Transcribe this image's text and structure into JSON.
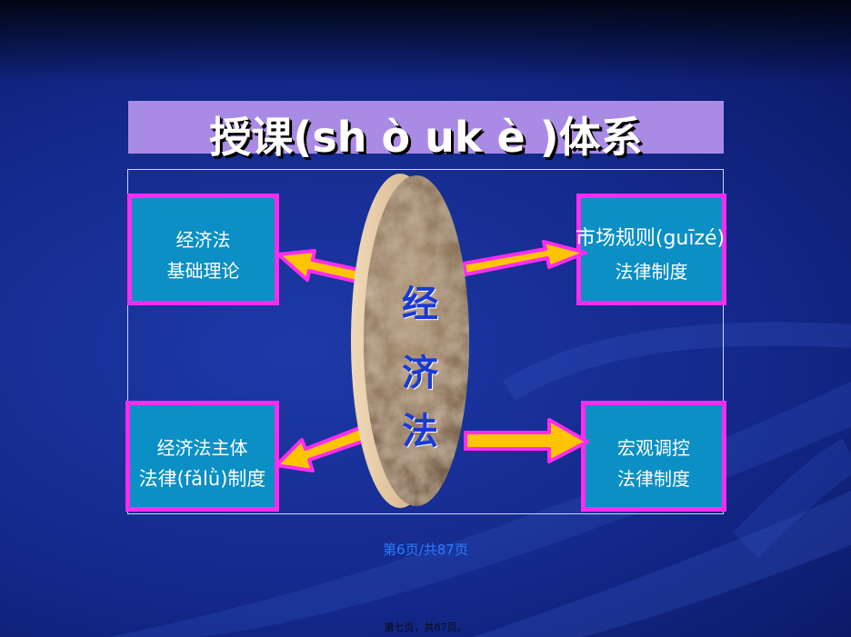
{
  "slide": {
    "title": "授课(sh ò uk è )体系",
    "center_chars": [
      "经",
      "济",
      "法"
    ],
    "boxes": {
      "top_left": {
        "line1": "经济法",
        "line2": "基础理论"
      },
      "top_right": {
        "line1": "市场规则(guīzé)",
        "line2": "法律制度"
      },
      "bottom_left": {
        "line1": "经济法主体",
        "line2": "法律(fǎlǜ)制度"
      },
      "bottom_right": {
        "line1": "宏观调控",
        "line2": "法律制度"
      }
    },
    "page_indicator": "第6页/共87页",
    "footer_note": "第七页，共87页。"
  },
  "colors": {
    "box_fill": "#0b8fc4",
    "box_border": "#ff2cf0",
    "title_bar": "#a98be6",
    "arrow_fill": "#ffc400",
    "center_text": "#1a3ad6"
  }
}
